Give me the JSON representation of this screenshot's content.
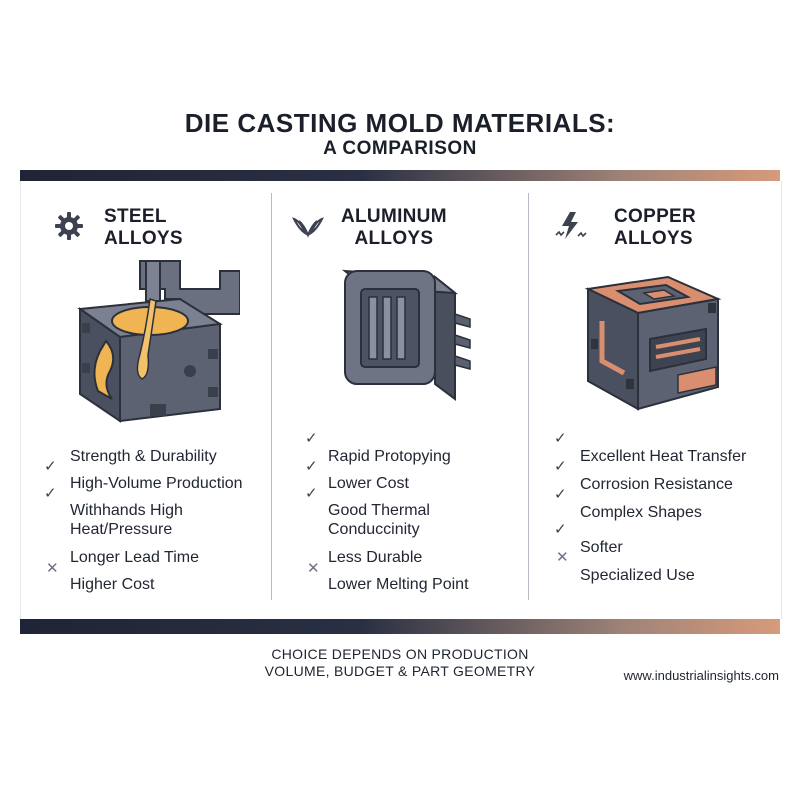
{
  "header": {
    "title": "DIE CASTING MOLD MATERIALS:",
    "subtitle": "A COMPARISON"
  },
  "columns": [
    {
      "name_line1": "STEEL",
      "name_line2": "ALLOYS",
      "icon": "gear-icon",
      "features": [
        {
          "text": "Strength & Durability",
          "mark": ""
        },
        {
          "text": "High-Volume Production",
          "mark": "✓"
        },
        {
          "text": "Withhands High",
          "text2": "Heat/Pressure",
          "mark": "✓"
        },
        {
          "text": "Longer Lead Time",
          "mark": ""
        },
        {
          "text": "Higher Cost",
          "mark": "✕"
        }
      ]
    },
    {
      "name_line1": "ALUMINUM",
      "name_line2": "ALLOYS",
      "icon": "wings-icon",
      "features": [
        {
          "text": "Rapid Protopying",
          "mark": "✓"
        },
        {
          "text": "Lower Cost",
          "mark": "✓"
        },
        {
          "text": "Good Thermal",
          "text2": "Conduccinity",
          "mark": "✓"
        },
        {
          "text": "Less Durable",
          "mark": ""
        },
        {
          "text": "Lower Melting Point",
          "mark": "✕"
        }
      ]
    },
    {
      "name_line1": "COPPER",
      "name_line2": "ALLOYS",
      "icon": "lightning-icon",
      "features": [
        {
          "text": "Excellent Heat Transfer",
          "mark": "✓"
        },
        {
          "text": "Corrosion Resistance",
          "mark": "✓"
        },
        {
          "text": "Complex Shapes",
          "mark": "✓"
        },
        {
          "text": "Softer",
          "mark": "✓"
        },
        {
          "text": "Specialized Use",
          "mark": "✕"
        }
      ]
    }
  ],
  "footer": {
    "line1": "CHOICE DEPENDS ON PRODUCTION",
    "line2": "VOLUME, BUDGET & PART GEOMETRY",
    "url": "www.industrialinsights.com"
  },
  "colors": {
    "steel": "#5b6170",
    "steel_dark": "#3d4250",
    "molten": "#f0b552",
    "aluminum": "#6e7484",
    "copper": "#d98f6f",
    "accent_bar_end": "#d89a7a"
  }
}
